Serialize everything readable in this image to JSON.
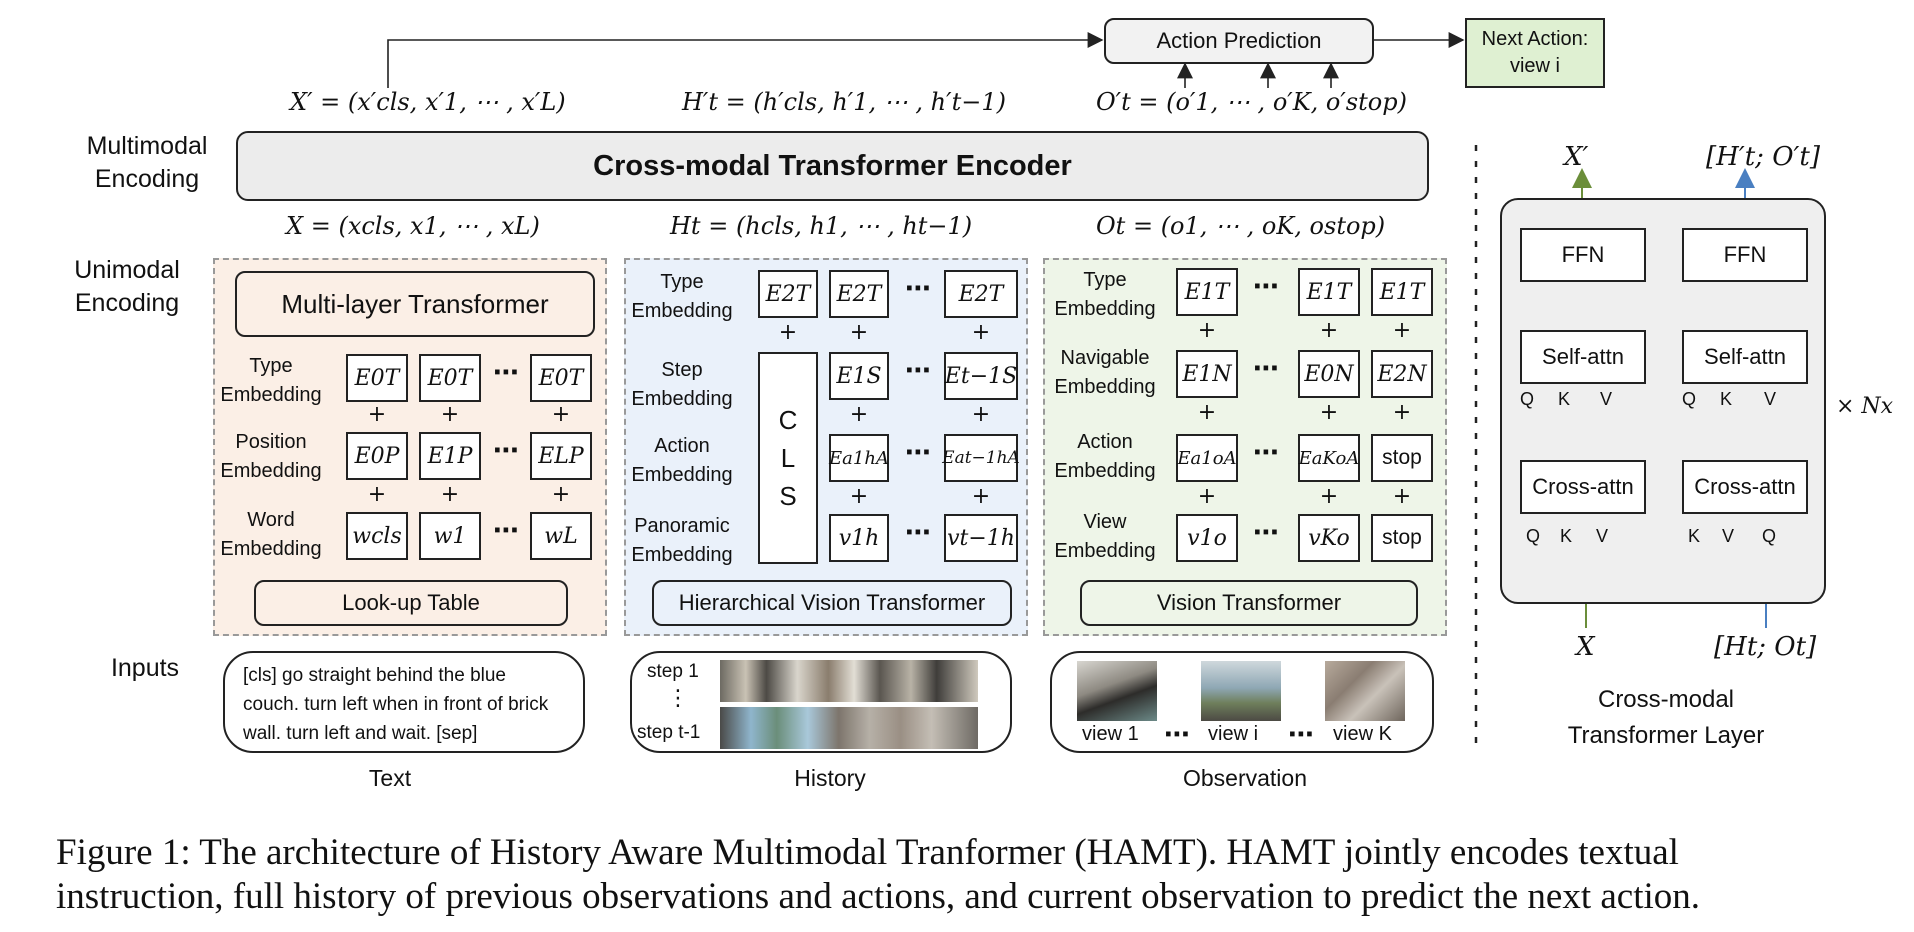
{
  "top": {
    "action_prediction": "Action Prediction",
    "next_action": "Next Action:",
    "next_action_view": "view i"
  },
  "math": {
    "x_prime": "X′ = (x′cls, x′1, ⋯ , x′L)",
    "h_prime": "H′t = (h′cls, h′1, ⋯ , h′t−1)",
    "o_prime": "O′t = (o′1, ⋯ , o′K, o′stop)",
    "x": "X = (xcls, x1, ⋯ , xL)",
    "h": "Ht = (hcls, h1, ⋯ , ht−1)",
    "o": "Ot = (o1, ⋯ , oK, ostop)"
  },
  "sections": {
    "multimodal": "Multimodal Encoding",
    "unimodal": "Unimodal Encoding",
    "inputs": "Inputs"
  },
  "encoder": "Cross-modal Transformer Encoder",
  "text_panel": {
    "mlt": "Multi-layer Transformer",
    "rows": [
      "Type Embedding",
      "Position Embedding",
      "Word Embedding"
    ],
    "type_boxes": [
      "E0T",
      "E0T",
      "E0T"
    ],
    "pos_boxes": [
      "E0P",
      "E1P",
      "ELP"
    ],
    "word_boxes": [
      "wcls",
      "w1",
      "wL"
    ],
    "bottom": "Look-up Table",
    "input": "[cls] go straight behind the blue couch. turn left when in front of brick wall. turn left and wait. [sep]",
    "label": "Text"
  },
  "history_panel": {
    "rows": [
      "Type Embedding",
      "Step Embedding",
      "Action Embedding",
      "Panoramic Embedding"
    ],
    "cls": [
      "C",
      "L",
      "S"
    ],
    "type_boxes": [
      "E2T",
      "E2T",
      "E2T"
    ],
    "step_boxes": [
      "E1S",
      "Et−1S"
    ],
    "action_boxes": [
      "Ea1hA",
      "Eat−1hA"
    ],
    "pano_boxes": [
      "v1h",
      "vt−1h"
    ],
    "bottom": "Hierarchical Vision Transformer",
    "step1": "step 1",
    "vdots": "⋮",
    "stept": "step t-1",
    "label": "History"
  },
  "obs_panel": {
    "rows": [
      "Type Embedding",
      "Navigable Embedding",
      "Action Embedding",
      "View Embedding"
    ],
    "type_boxes": [
      "E1T",
      "E1T",
      "E1T"
    ],
    "nav_boxes": [
      "E1N",
      "E0N",
      "E2N"
    ],
    "action_boxes": [
      "Ea1oA",
      "EaKoA",
      "stop"
    ],
    "view_boxes": [
      "v1o",
      "vKo",
      "stop"
    ],
    "bottom": "Vision Transformer",
    "views": [
      "view 1",
      "view i",
      "view K"
    ],
    "label": "Observation"
  },
  "layer": {
    "x_prime": "X′",
    "ho_prime": "[H′t; O′t]",
    "ffn": "FFN",
    "self_attn": "Self-attn",
    "cross_attn": "Cross-attn",
    "qkv_left_self": [
      "Q",
      "K",
      "V"
    ],
    "qkv_right_self": [
      "Q",
      "K",
      "V"
    ],
    "qkv_left_cross": [
      "Q",
      "K",
      "V"
    ],
    "qkv_right_cross": [
      "K",
      "V",
      "Q"
    ],
    "nx": "× Nx",
    "x_in": "X",
    "ho_in": "[Ht; Ot]",
    "title": "Cross-modal Transformer Layer"
  },
  "caption": {
    "prefix": "Figure 1:",
    "line1": "The architecture of History Aware Multimodal Tranformer (HAMT). HAMT jointly encodes textual",
    "line2": "instruction, full history of previous observations and actions, and current observation to predict the next action."
  },
  "colors": {
    "text_panel": "#fbefe6",
    "history_panel": "#eaf1fa",
    "obs_panel": "#eef5e8",
    "next_action": "#dff0d2",
    "encoder": "#ececec",
    "green_arrow": "#6b8e3a",
    "blue_arrow": "#4a7fc1"
  }
}
